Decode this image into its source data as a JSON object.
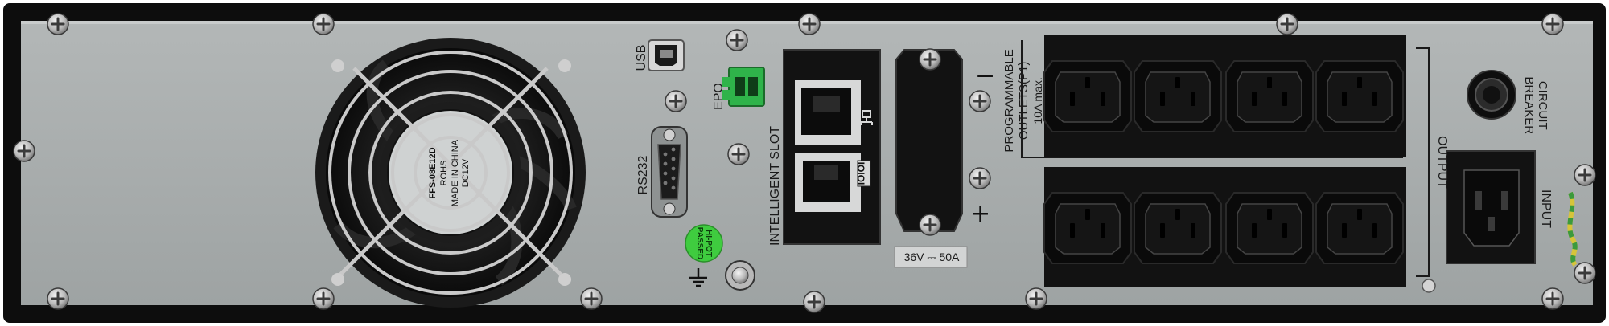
{
  "labels": {
    "usb": "USB",
    "epo": "EPO",
    "rs232": "RS232",
    "intelligent_slot": "INTELLIGENT SLOT",
    "hipot": [
      "HI-POT",
      "PASSED"
    ],
    "programmable_outlets": [
      "PROGRAMMABLE",
      "OUTLETS(P1)",
      "10A max."
    ],
    "output": "OUTPUT",
    "circuit_breaker": [
      "CIRCUIT",
      "BREAKER"
    ],
    "input": "INPUT",
    "battery_rating": "36V ⎓ 50A",
    "fan_label": [
      "FFS-08E12D",
      "ROHS",
      "MADE IN CHINA",
      "DC12V"
    ],
    "minus": "−",
    "plus": "+",
    "io_port": "IOIOI"
  },
  "icons": {
    "ground": "ground-symbol",
    "network": "network-symbol",
    "fan_guard": "wire-fan-guard"
  },
  "colors": {
    "chassis": "#0d0d0d",
    "panel": "#a9adad",
    "outlet_block": "#121212",
    "epo_connector": "#2fb34a",
    "hipot_sticker": "#3fcc3f"
  },
  "outlet_counts": {
    "programmable_row": 4,
    "lower_row": 4
  }
}
